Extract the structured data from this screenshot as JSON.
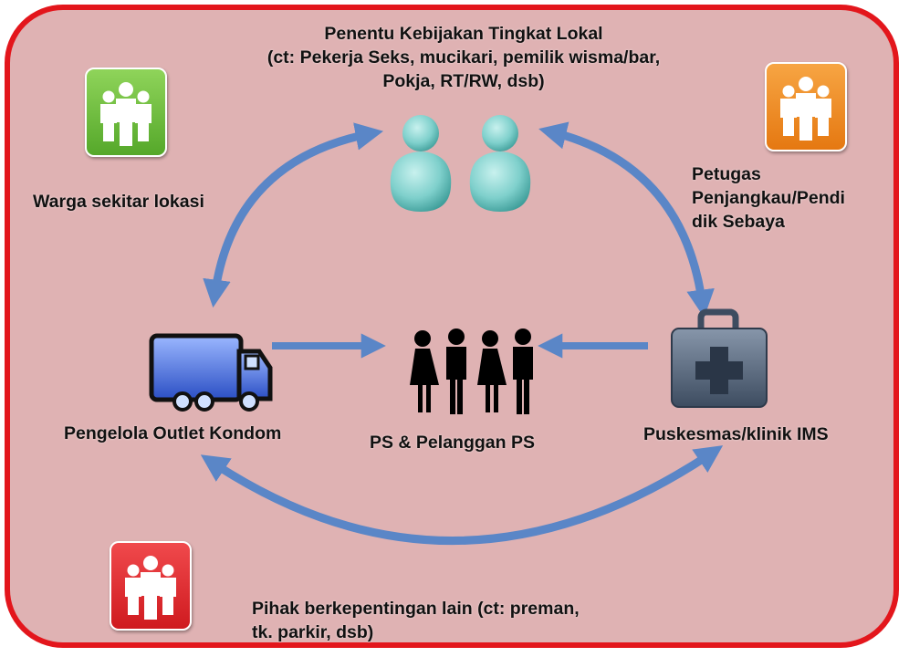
{
  "colors": {
    "frame_border": "#e3161c",
    "frame_fill": "#dfb2b3",
    "arrow": "#5a86c7",
    "tile_green": "#6fbf3a",
    "tile_orange": "#f08a1c",
    "tile_red": "#e3262a",
    "truck_blue": "#3f64d6",
    "people_teal": "#7fd0cc",
    "kit_slate": "#55667c"
  },
  "icons": {
    "green_group": "people-group-icon",
    "orange_group": "people-group-icon",
    "red_group": "people-group-icon",
    "policy_makers": "two-persons-icon",
    "outlet": "truck-icon",
    "clients": "couples-icon",
    "clinic": "medical-kit-icon"
  },
  "nodes": {
    "policy_makers": {
      "label": "Penentu Kebijakan Tingkat Lokal\n(ct: Pekerja Seks, mucikari, pemilik wisma/bar,\nPokja, RT/RW, dsb)"
    },
    "residents": {
      "label": "Warga sekitar lokasi"
    },
    "outreach": {
      "label": "Petugas\nPenjangkau/Pendi\ndik Sebaya"
    },
    "outlet": {
      "label": "Pengelola Outlet Kondom"
    },
    "clients": {
      "label": "PS & Pelanggan  PS"
    },
    "clinic": {
      "label": "Puskesmas/klinik IMS"
    },
    "others": {
      "label": "Pihak berkepentingan lain (ct: preman,\ntk. parkir, dsb)"
    }
  }
}
